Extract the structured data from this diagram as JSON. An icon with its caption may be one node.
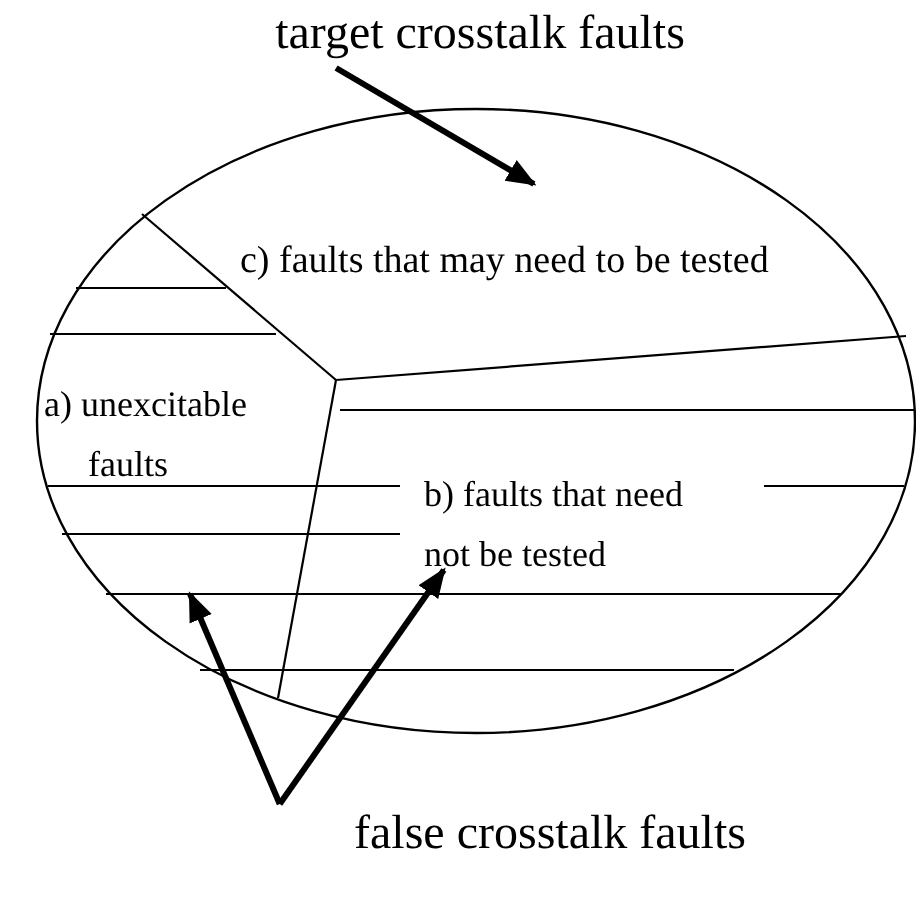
{
  "diagram": {
    "nodes": [
      {
        "text": [],
        "shape": "ellipse"
      },
      {
        "text": [
          "c) faults that may need to be tested"
        ],
        "in": 0
      },
      {
        "text": [
          "a) unexcitable faults"
        ],
        "in": 0
      },
      {
        "text": [
          "b) faults that need not be tested"
        ],
        "in": 0
      },
      {
        "text": [
          "target crosstalk faults"
        ]
      },
      {
        "text": [
          "false crosstalk faults"
        ]
      }
    ],
    "edges": [
      {
        "from": 4,
        "to": 1,
        "arrow": "to"
      },
      {
        "from": 5,
        "to": 2,
        "arrow": "to"
      },
      {
        "from": 5,
        "to": 3,
        "arrow": "to"
      }
    ]
  }
}
